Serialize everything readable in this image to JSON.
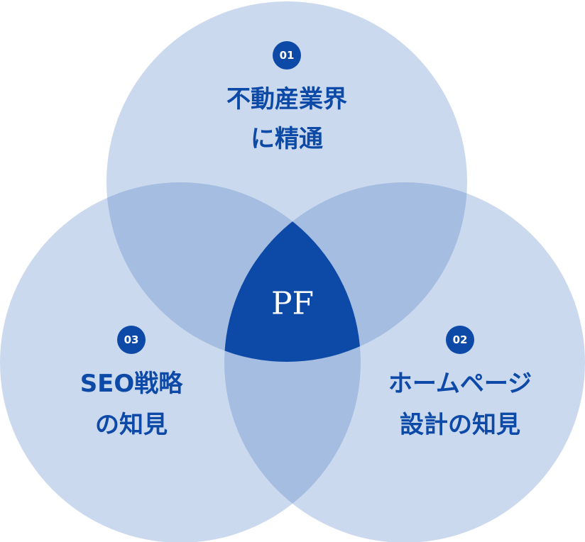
{
  "colors": {
    "circle_fill": "#CBD9EE",
    "overlap_fill": "#A4BDE0",
    "center_fill": "#0D4AA8",
    "accent": "#0D4AA8",
    "text_on_accent": "#FFFFFF",
    "label_color": "#0D4AA8"
  },
  "center_logo": {
    "text": "PF",
    "icon": "pf-monogram-logo"
  },
  "items": [
    {
      "id": "real-estate",
      "number": "01",
      "label_lines": [
        "不動産業界",
        "に精通"
      ]
    },
    {
      "id": "homepage-design",
      "number": "02",
      "label_lines": [
        "ホームページ",
        "設計の知見"
      ]
    },
    {
      "id": "seo-strategy",
      "number": "03",
      "label_lines": [
        "SEO戦略",
        "の知見"
      ]
    }
  ]
}
